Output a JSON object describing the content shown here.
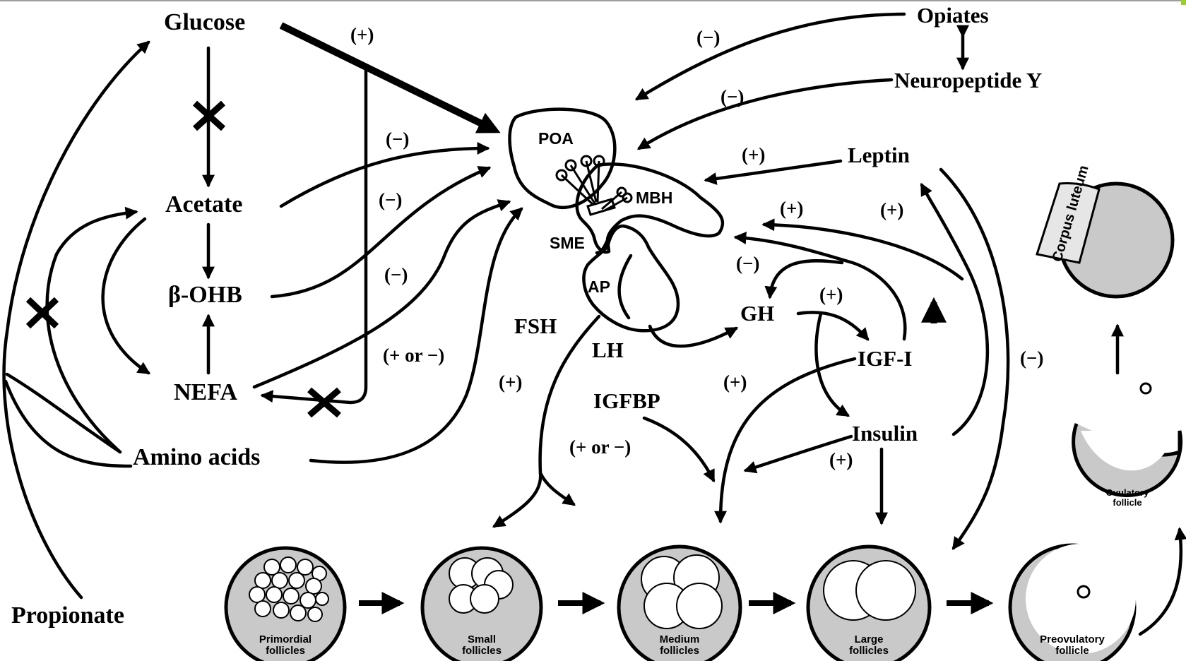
{
  "metabolites": {
    "glucose": "Glucose",
    "acetate": "Acetate",
    "bohb": "β-OHB",
    "nefa": "NEFA",
    "amino_acids": "Amino acids",
    "propionate": "Propionate"
  },
  "hormones": {
    "opiates": "Opiates",
    "npy": "Neuropeptide Y",
    "leptin": "Leptin",
    "gh": "GH",
    "igf1": "IGF-I",
    "insulin": "Insulin",
    "igfbp": "IGFBP",
    "fsh": "FSH",
    "lh": "LH"
  },
  "brain": {
    "poa": "POA",
    "mbh": "MBH",
    "sme": "SME",
    "ap": "AP"
  },
  "signs": {
    "glucose_poa": "(+)",
    "opiates": "(−)",
    "npy": "(−)",
    "leptin": "(+)",
    "acetate": "(−)",
    "bohb": "(−)",
    "nefa": "(−)",
    "amino": "(+ or −)",
    "igf_mbh": "(+)",
    "leptin_up": "(+)",
    "igf_gh": "(−)",
    "gh_igf": "(+)",
    "fsh": "(+)",
    "igf_medium": "(+)",
    "igfbp": "(+ or −)",
    "insulin": "(+)",
    "leptin_preov": "(−)"
  },
  "follicles": {
    "primordial": [
      "Primordial",
      "follicles"
    ],
    "small": [
      "Small",
      "follicles"
    ],
    "medium": [
      "Medium",
      "follicles"
    ],
    "large": [
      "Large",
      "follicles"
    ],
    "preovulatory": [
      "Preovulatory",
      "follicle"
    ],
    "ovulatory": [
      "Ovulatory",
      "follicle"
    ],
    "corpus_luteum": "Corpus luteum"
  },
  "colors": {
    "stroke": "#000000",
    "follicle_fill": "#c9c9c9",
    "oocyte_fill": "#ffffff",
    "corner_accent": "#9acd32"
  }
}
